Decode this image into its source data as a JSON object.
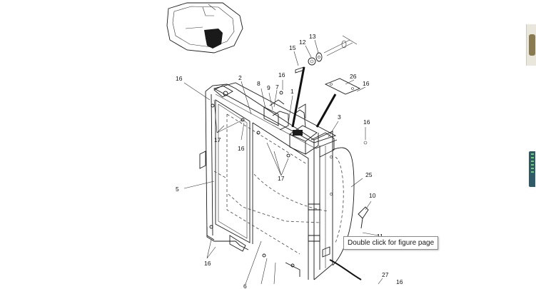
{
  "callouts": {
    "c1": "1",
    "c2": "2",
    "c3": "3",
    "c5": "5",
    "c6": "6",
    "c7": "7",
    "c8": "8",
    "c9": "9",
    "c10": "10",
    "c11": "11",
    "c12": "12",
    "c13": "13",
    "c15": "15",
    "c16a": "16",
    "c16b": "16",
    "c16c": "16",
    "c16d": "16",
    "c16e": "16",
    "c16f": "16",
    "c16g": "16",
    "c17a": "17",
    "c17b": "17",
    "c25": "25",
    "c26": "26",
    "c27": "27"
  },
  "tooltip": {
    "text": "Double click for figure page"
  },
  "icons": {
    "thumbnail": "engine-thumbnail-icon",
    "side_tab": "side-panel-tab-icon"
  }
}
